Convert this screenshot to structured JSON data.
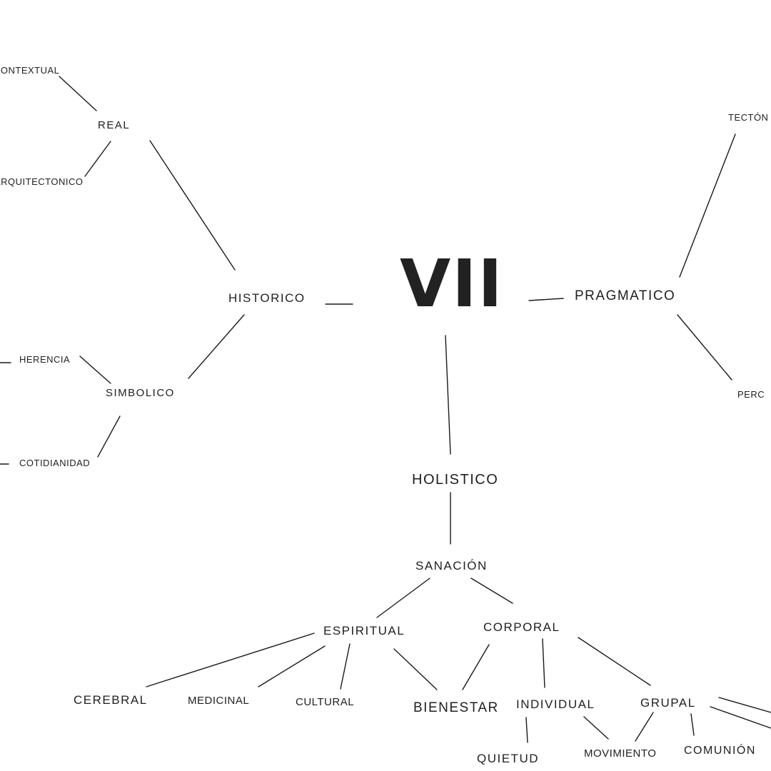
{
  "center": "VII",
  "nodes": {
    "contextual": "CONTEXTUAL",
    "real": "REAL",
    "arquitectonico": "ARQUITECTONICO",
    "historico": "HISTORICO",
    "herencia": "HERENCIA",
    "simbolico": "SIMBOLICO",
    "cotidianidad": "COTIDIANIDAD",
    "pragmatico": "PRAGMATICO",
    "tectonico": "TECTÓN",
    "perc": "PERC",
    "holistico": "HOLISTICO",
    "sanacion": "SANACIÓN",
    "espiritual": "ESPIRITUAL",
    "corporal": "CORPORAL",
    "cerebral": "CEREBRAL",
    "medicinal": "MEDICINAL",
    "cultural": "CULTURAL",
    "bienestar": "BIENESTAR",
    "individual": "INDIVIDUAL",
    "grupal": "GRUPAL",
    "quietud": "QUIETUD",
    "movimiento": "MOVIMIENTO",
    "comunion": "COMUNIÓN"
  }
}
